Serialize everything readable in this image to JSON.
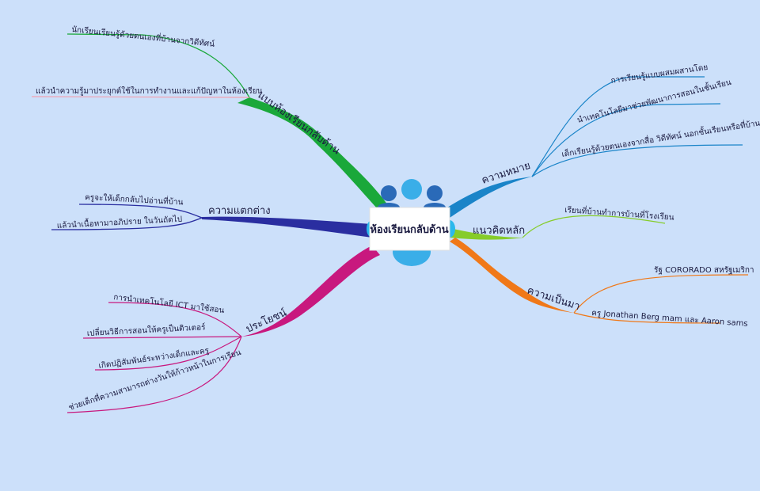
{
  "center": {
    "label": "ห้องเรียนกลับด้าน"
  },
  "branches": [
    {
      "id": "flipped",
      "label": "แบบห้องเรียนกลับด้าน",
      "color": "#1aa83a",
      "children": [
        "นักเรียนเรียนรู้ด้วยตนเองที่บ้านจากวิดีทัศน์",
        "แล้วนำความรู้มาประยุกต์ใช้ในการทำงานและแก้ปัญหาในห้องเรียน"
      ]
    },
    {
      "id": "difference",
      "label": "ความแตกต่าง",
      "color": "#2a2ea0",
      "children": [
        "ครูจะให้เด็กกลับไปอ่านที่บ้าน",
        "แล้วนำเนื้อหามาอภิปราย ในวันถัดไป"
      ]
    },
    {
      "id": "benefit",
      "label": "ประโยชน์",
      "color": "#c8187e",
      "children": [
        "การนำเทคโนโลยี ICT มาใช้สอน",
        "เปลี่ยนวิธีการสอนให้ครูเป็นติวเตอร์",
        "เกิดปฏิสัมพันธ์ระหว่างเด็กและครู",
        "ช่วยเด็กที่ความสามารถต่างวันให้ก้าวหน้าในการเรียน"
      ]
    },
    {
      "id": "meaning",
      "label": "ความหมาย",
      "color": "#1a84c8",
      "children": [
        "การเรียนรู้แบบผสมผสานโดย",
        "นำเทคโนโลยีมาช่วยพัฒนาการสอนในชั้นเรียน",
        "เด็กเรียนรู้ด้วยตนเองจากสื่อ วิดีทัศน์ นอกชั้นเรียนหรือที่บ้าน"
      ]
    },
    {
      "id": "concept",
      "label": "แนวคิดหลัก",
      "color": "#86cc2a",
      "children": [
        "เรียนที่บ้านทำการบ้านที่โรงเรียน"
      ]
    },
    {
      "id": "history",
      "label": "ความเป็นมา",
      "color": "#f07818",
      "children": [
        "รัฐ CORORADO  สหรัฐเมริกา",
        "ครู Jonathan  Berg mam และ Aaron sams"
      ]
    }
  ]
}
